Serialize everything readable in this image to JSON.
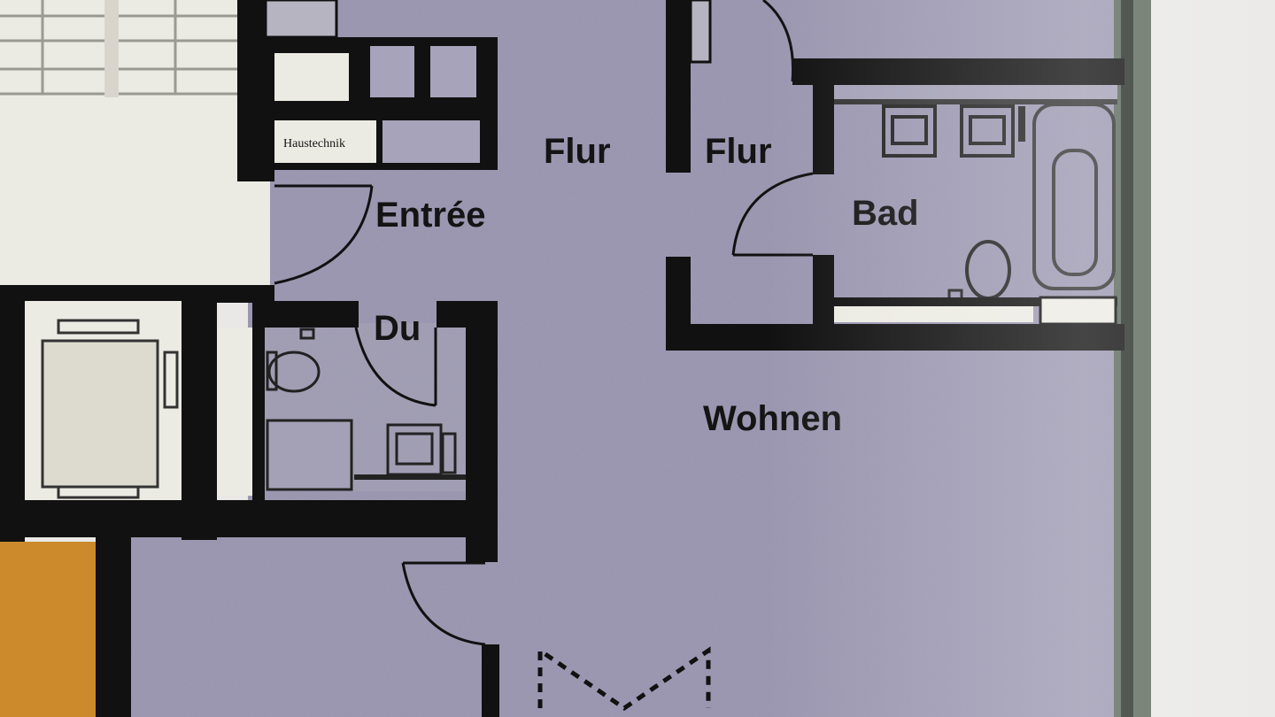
{
  "colors": {
    "floor": "#9e9ab4",
    "wall": "#111111",
    "paper": "#e9e8e6",
    "stair_area": "#ecebe3",
    "accent_orange": "#cc8a2c",
    "edge_green": "#5d6a5d"
  },
  "rooms": {
    "flur_left": "Flur",
    "flur_right": "Flur",
    "entree": "Entrée",
    "bad": "Bad",
    "du": "Du",
    "wohnen": "Wohnen",
    "haustechnik": "Haustechnik"
  },
  "icons": [
    "stairs-icon",
    "elevator-icon",
    "toilet-icon",
    "sink-icon",
    "shower-icon",
    "bathtub-icon",
    "door-swing-icon"
  ]
}
